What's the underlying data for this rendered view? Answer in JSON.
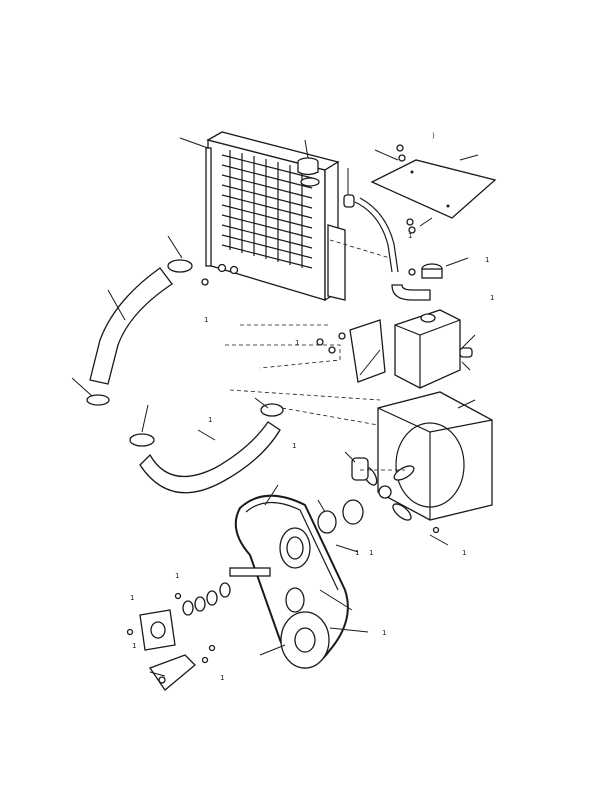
{
  "figure": {
    "callout_labels": [
      ")",
      "1",
      "1",
      "1",
      "1",
      "1",
      "1",
      "1",
      "1",
      "1",
      "1",
      "1",
      "1",
      "1",
      "1",
      "1"
    ]
  },
  "colors": {
    "ink": "#1a1a1a",
    "paper": "#ffffff"
  }
}
